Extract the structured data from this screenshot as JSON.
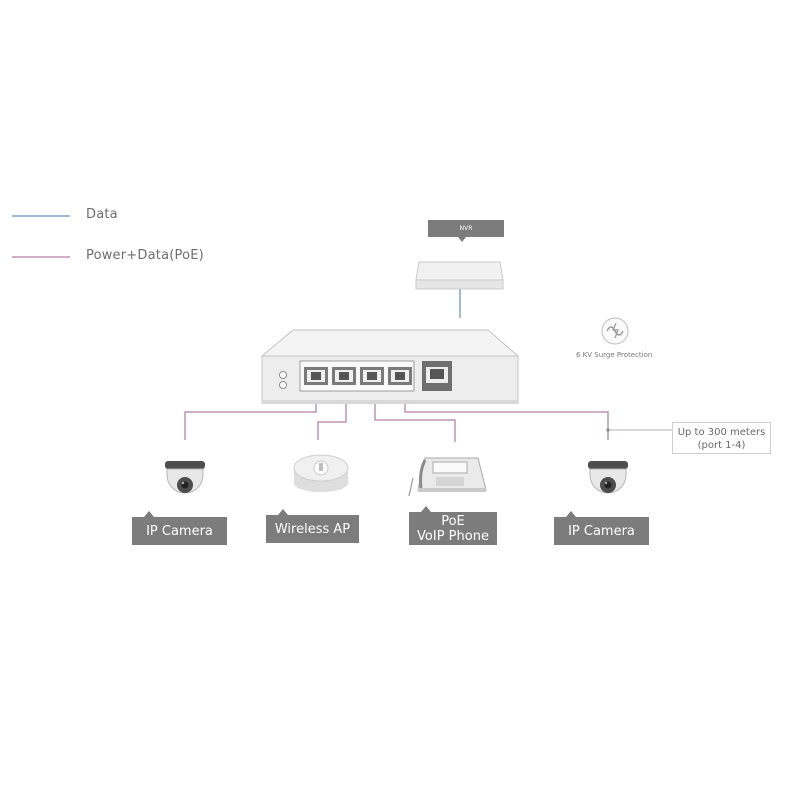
{
  "legend": {
    "data_label": "Data",
    "poe_label": "Power+Data(PoE)",
    "data_color": "#7ea6c8",
    "poe_color": "#c294b4"
  },
  "nvr": {
    "label": "NVR"
  },
  "surge": {
    "label": "6 KV Surge Protection",
    "icon": "surge-protection-icon"
  },
  "callout": {
    "line1": "Up to 300 meters",
    "line2": "(port 1-4)"
  },
  "devices": [
    {
      "label": "IP Camera",
      "icon": "dome-camera-icon"
    },
    {
      "label": "Wireless AP",
      "icon": "wireless-ap-icon"
    },
    {
      "label_line1": "PoE",
      "label_line2": "VoIP Phone",
      "icon": "voip-phone-icon"
    },
    {
      "label": "IP Camera",
      "icon": "dome-camera-icon"
    }
  ]
}
